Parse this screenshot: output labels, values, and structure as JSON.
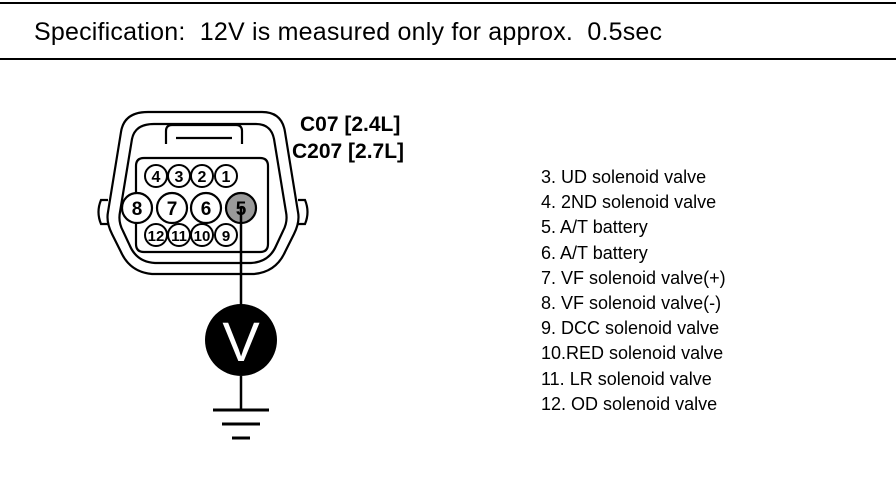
{
  "specification": "Specification:  12V is measured only for approx.  0.5sec",
  "connector": {
    "labels": [
      "C07 [2.4L]",
      "C207 [2.7L]"
    ],
    "pins_top": [
      "4",
      "3",
      "2",
      "1"
    ],
    "pins_middle": [
      "8",
      "7",
      "6",
      "5"
    ],
    "pins_bottom": [
      "12",
      "11",
      "10",
      "9"
    ]
  },
  "meter": {
    "symbol": "V"
  },
  "pin_descriptions": [
    "3. UD solenoid valve",
    "4. 2ND solenoid valve",
    "5. A/T battery",
    "6. A/T battery",
    "7. VF solenoid valve(+)",
    "8. VF solenoid valve(-)",
    "9. DCC solenoid valve",
    "10.RED solenoid valve",
    "11. LR solenoid valve",
    "12. OD solenoid valve"
  ],
  "colors": {
    "ink": "#000000",
    "background": "#ffffff",
    "probed_pin_fill": "#9a9a9a"
  }
}
